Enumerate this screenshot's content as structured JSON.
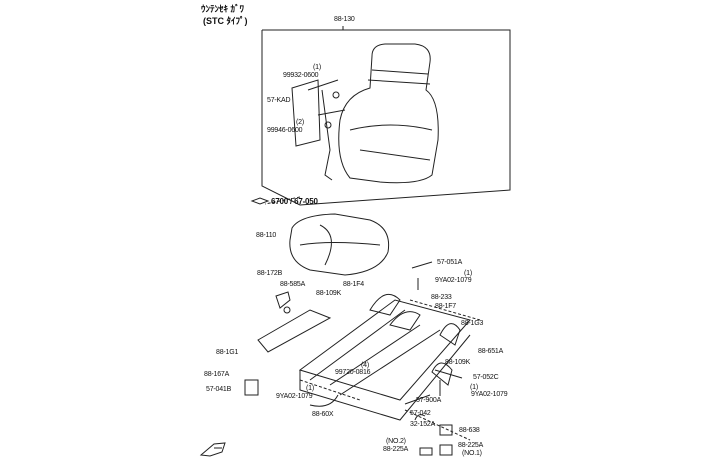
{
  "title": {
    "line1": "ｳﾝﾃﾝｾｷ ｶﾞﾜ",
    "line2": "(STC ﾀｲﾌﾟ)"
  },
  "ref": {
    "text": "6700 / 67-050"
  },
  "labels": {
    "l88_130": "88-130",
    "q1a": "(1)",
    "l99932": "99932-0600",
    "l57kad": "57-KAD",
    "q2a": "(2)",
    "l99946": "99946-0600",
    "l88_110": "88-110",
    "l57_051a": "57-051A",
    "q1b": "(1)",
    "l9ya_top": "9YA02-1079",
    "l88_172b": "88-172B",
    "l88_585a": "88-585A",
    "l88_1f4": "88-1F4",
    "l88_109k_a": "88-109K",
    "l88_233": "88-233",
    "l88_1f7": "88-1F7",
    "l88_1g3": "88-1G3",
    "l88_1g1": "88-1G1",
    "l88_651a": "88-651A",
    "l88_109k_b": "88-109K",
    "q4": "(4)",
    "l99720": "99720-0816",
    "l88_167a": "88-167A",
    "l57_052c": "57-052C",
    "l57_041b": "57-041B",
    "q1c": "(1)",
    "l9ya_left": "9YA02-1079",
    "q1d": "(1)",
    "l9ya_right": "9YA02-1079",
    "l57_900a": "57-900A",
    "l88_60x": "88-60X",
    "l57_042": "57-042",
    "l32_152a": "32-152A",
    "l88_638": "88-638",
    "no2": "(NO.2)",
    "l88_225a_2": "88-225A",
    "l88_225a_1": "88-225A",
    "no1": "(NO.1)"
  }
}
